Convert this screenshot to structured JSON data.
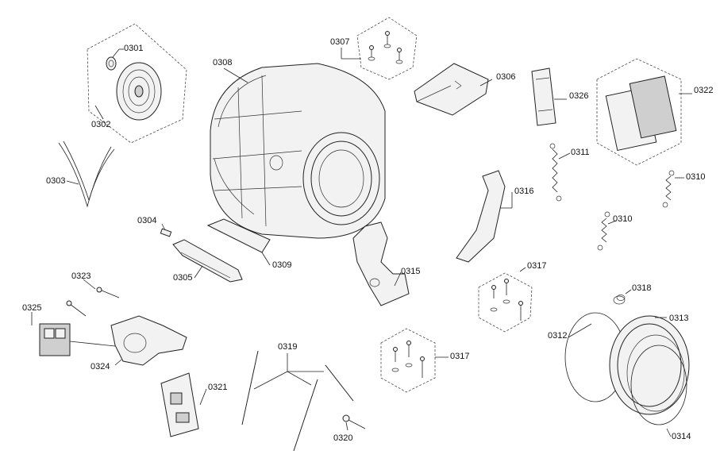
{
  "labels": {
    "p0301": "0301",
    "p0302": "0302",
    "p0303": "0303",
    "p0304": "0304",
    "p0305": "0305",
    "p0306": "0306",
    "p0307": "0307",
    "p0308": "0308",
    "p0309": "0309",
    "p0310a": "0310",
    "p0310b": "0310",
    "p0311": "0311",
    "p0312": "0312",
    "p0313": "0313",
    "p0314": "0314",
    "p0315": "0315",
    "p0316": "0316",
    "p0317a": "0317",
    "p0317b": "0317",
    "p0318": "0318",
    "p0319": "0319",
    "p0320": "0320",
    "p0321": "0321",
    "p0322": "0322",
    "p0323": "0323",
    "p0324": "0324",
    "p0325": "0325",
    "p0326": "0326"
  }
}
